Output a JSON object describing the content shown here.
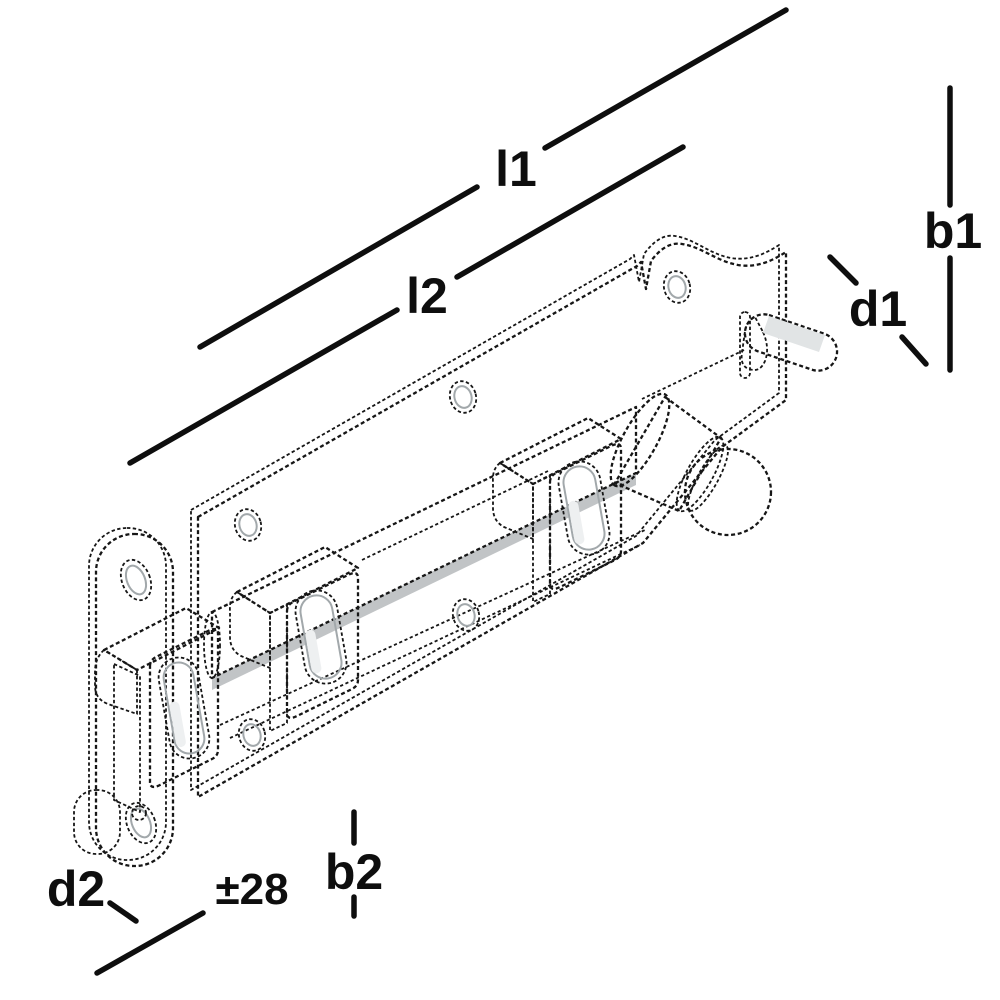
{
  "figure": {
    "alt": "Isometric technical line drawing of a tower slide bolt (door bolt) with keeper plate, shown with dimension markers",
    "background": "#ffffff",
    "line_color": "#161616",
    "dim_color": "#0e0e0e",
    "metal_mid": "#a9afb2",
    "metal_light": "#d7dadb",
    "metal_lighter": "#dde0e1",
    "staple_face": "#ced3d5",
    "bridge_top": "#dbdedf",
    "bolt_mid": "#c9cdcf",
    "shadow": "#8e9497",
    "ball_highlight": "#f5f6f6",
    "ball_shade": "#a7adb0"
  },
  "dims": {
    "l1": {
      "label": "l1"
    },
    "l2": {
      "label": "l2"
    },
    "b1": {
      "label": "b1"
    },
    "d1": {
      "label": "d1"
    },
    "d2": {
      "label": "d2"
    },
    "b2": {
      "label": "b2"
    },
    "tol": {
      "label": "±28"
    }
  }
}
